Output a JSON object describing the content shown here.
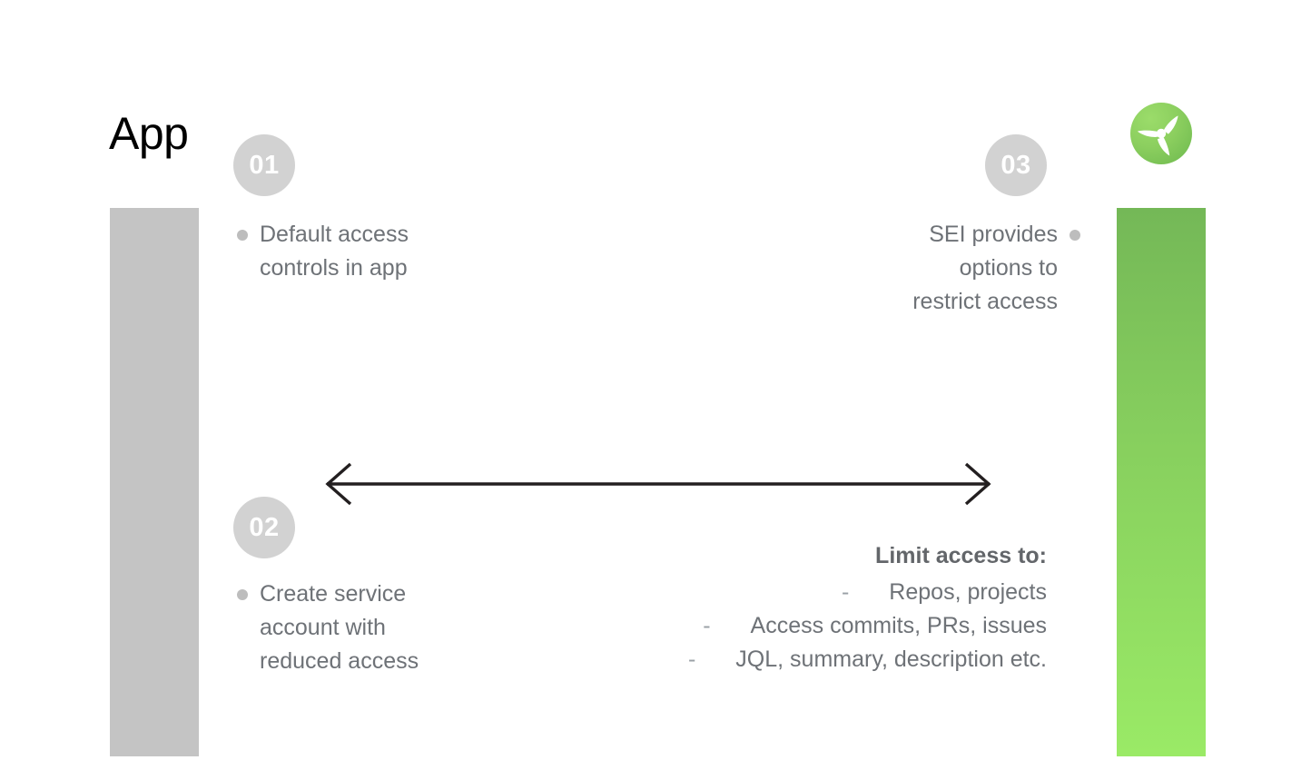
{
  "slide": {
    "title": "App",
    "background_color": "#ffffff"
  },
  "bars": {
    "left": {
      "color": "#c4c4c4",
      "name": "left-grey-bar"
    },
    "right": {
      "gradient_top": "#74b857",
      "gradient_bottom": "#9aea66",
      "name": "right-green-bar"
    }
  },
  "logo": {
    "name": "harness-sei-propeller-logo",
    "circle_color": "#8ccf5f",
    "blade_color": "#ffffff"
  },
  "steps": [
    {
      "number": "01",
      "text_lines": [
        "Default access",
        "controls in app"
      ],
      "align": "left",
      "circle_color": "#d2d2d2",
      "bullet_color": "#bdbdbd"
    },
    {
      "number": "02",
      "text_lines": [
        "Create service",
        "account with",
        "reduced access"
      ],
      "align": "left",
      "circle_color": "#d2d2d2",
      "bullet_color": "#bdbdbd"
    },
    {
      "number": "03",
      "text_lines": [
        "SEI provides",
        "options to",
        "restrict access"
      ],
      "align": "right",
      "circle_color": "#d2d2d2",
      "bullet_color": "#bdbdbd"
    }
  ],
  "arrow": {
    "name": "double-headed-arrow",
    "color": "#231f20",
    "direction": "both"
  },
  "limit_access": {
    "title": "Limit access to:",
    "dash": "-",
    "items": [
      "Repos, projects",
      "Access commits, PRs, issues",
      "JQL, summary, description etc."
    ],
    "text_color": "#6e7277"
  }
}
